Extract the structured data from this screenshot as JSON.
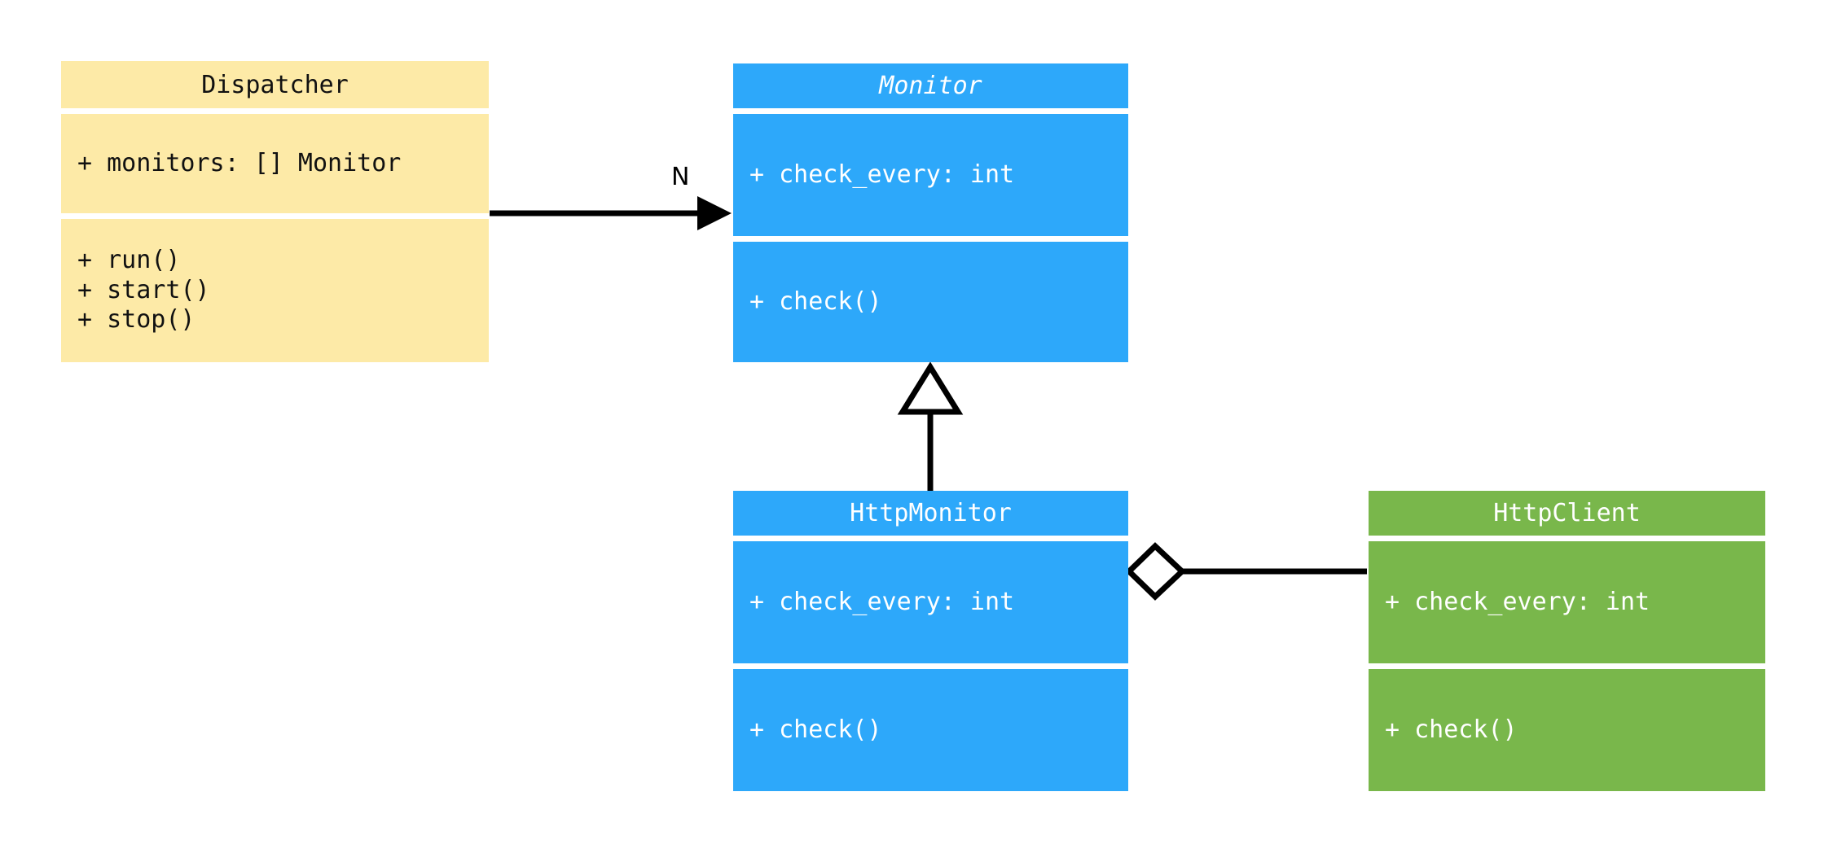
{
  "diagram": {
    "kind": "uml-class-diagram",
    "background": "#ffffff",
    "palette": {
      "yellow": "#fdeaa7",
      "blue": "#2da8fa",
      "green": "#79b74b",
      "line": "#000000",
      "dark_text": "#111111",
      "light_text": "#ffffff"
    }
  },
  "classes": {
    "dispatcher": {
      "name": "Dispatcher",
      "abstract": false,
      "color": "#fdeaa7",
      "attributes": [
        "+ monitors: [] Monitor"
      ],
      "methods": [
        "+ run()",
        "+ start()",
        "+ stop()"
      ]
    },
    "monitor": {
      "name": "Monitor",
      "abstract": true,
      "color": "#2da8fa",
      "attributes": [
        "+ check_every: int"
      ],
      "methods": [
        "+ check()"
      ]
    },
    "http_monitor": {
      "name": "HttpMonitor",
      "abstract": false,
      "color": "#2da8fa",
      "attributes": [
        "+ check_every: int"
      ],
      "methods": [
        "+ check()"
      ]
    },
    "http_client": {
      "name": "HttpClient",
      "abstract": false,
      "color": "#79b74b",
      "attributes": [
        "+ check_every: int"
      ],
      "methods": [
        "+ check()"
      ]
    }
  },
  "relationships": [
    {
      "id": "dispatcher-to-monitor",
      "type": "association",
      "from": "Dispatcher",
      "to": "Monitor",
      "arrow_head": "filled-arrow",
      "label": "N"
    },
    {
      "id": "httpmonitor-inherits-monitor",
      "type": "generalization",
      "from": "HttpMonitor",
      "to": "Monitor",
      "arrow_head": "hollow-triangle",
      "label": ""
    },
    {
      "id": "httpmonitor-aggregates-httpclient",
      "type": "aggregation",
      "from": "HttpMonitor",
      "to": "HttpClient",
      "arrow_head": "hollow-diamond",
      "label": ""
    }
  ]
}
